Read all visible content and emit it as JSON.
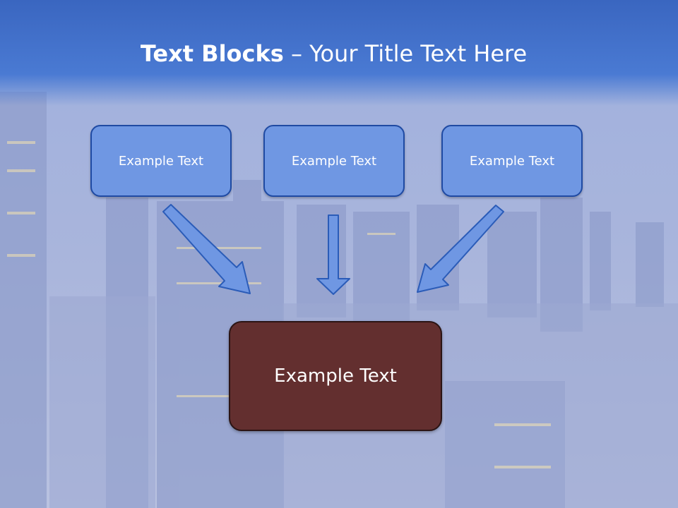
{
  "slide": {
    "title_bold": "Text Blocks",
    "title_dash": " – ",
    "title_rest": "Your Title Text Here"
  },
  "blocks": {
    "top": [
      "Example Text",
      "Example Text",
      "Example Text"
    ],
    "bottom": "Example Text"
  },
  "colors": {
    "title_bar": "#3a66c0",
    "small_box_fill": "#6f97e3",
    "small_box_border": "#1f4aa3",
    "big_box_fill": "#632f2f",
    "arrow_fill": "#6f97e3"
  }
}
